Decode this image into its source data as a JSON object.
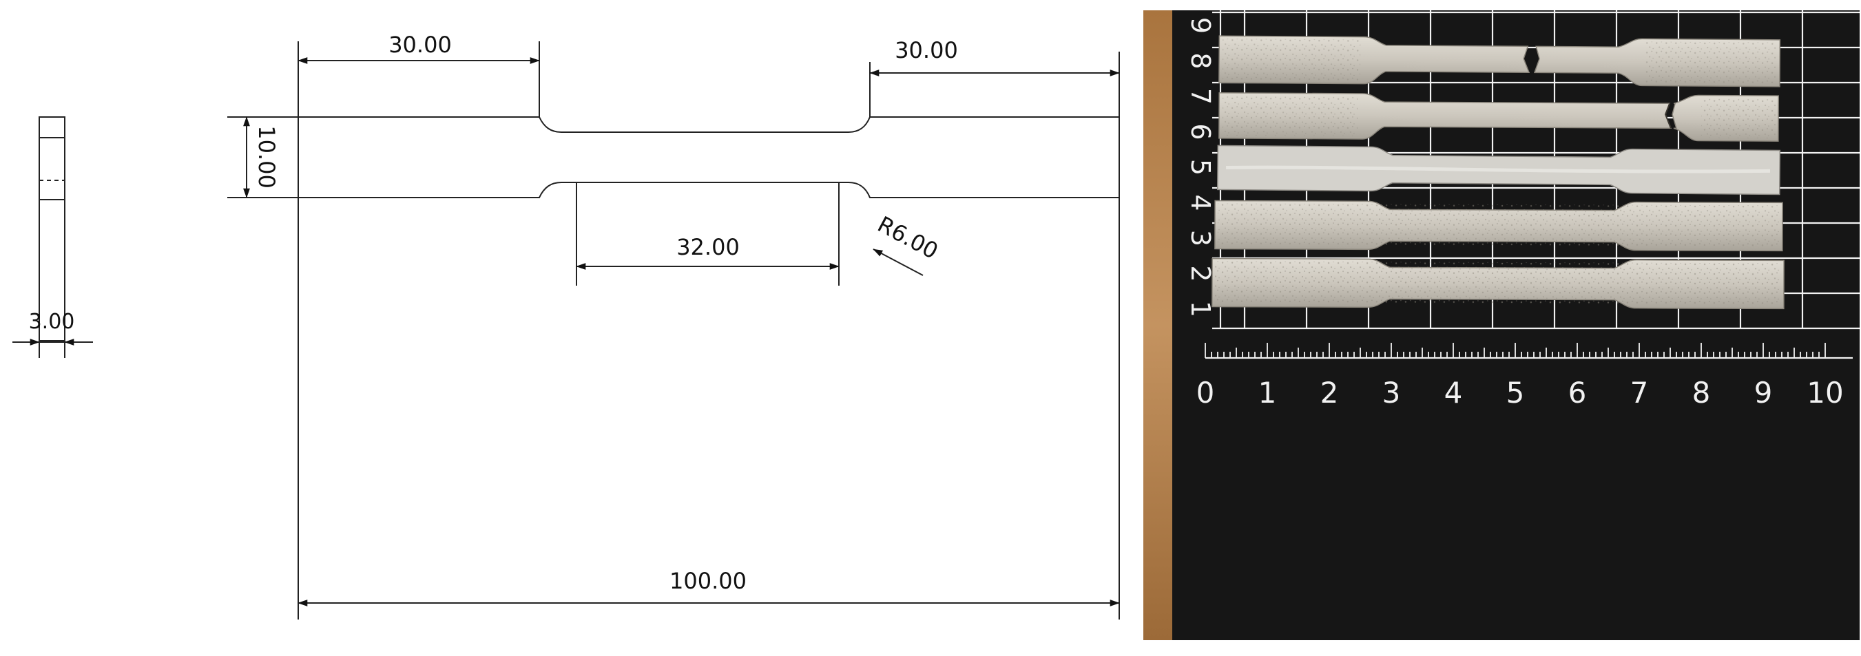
{
  "drawing": {
    "side_view": {
      "thickness_label": "3.00"
    },
    "top_view": {
      "grip_left_label": "30.00",
      "grip_right_label": "30.00",
      "width_label": "10.00",
      "gauge_length_label": "32.00",
      "fillet_radius_label": "R6.00",
      "overall_length_label": "100.00"
    }
  },
  "photo": {
    "y_scale_labels": [
      "9",
      "8",
      "7",
      "6",
      "5",
      "4",
      "3",
      "2",
      "1"
    ],
    "x_scale_labels": [
      "0",
      "1",
      "2",
      "3",
      "4",
      "5",
      "6",
      "7",
      "8",
      "9",
      "10"
    ],
    "colors": {
      "mat": "#161616",
      "grid": "#f2f2f2",
      "frame": "#b98550",
      "specimen": "#cfcac0"
    }
  }
}
